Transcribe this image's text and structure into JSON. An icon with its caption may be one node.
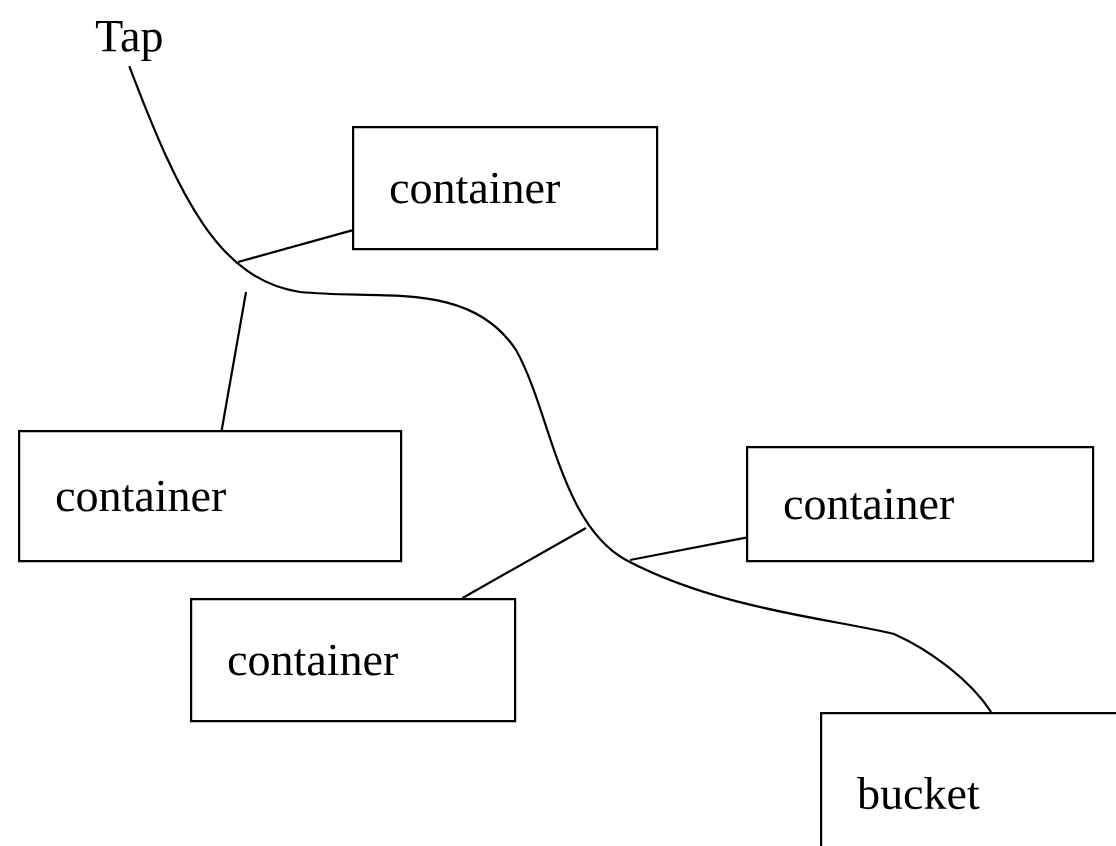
{
  "diagram": {
    "nodes": [
      {
        "text": [
          "Tap"
        ]
      },
      {
        "text": [
          "container"
        ]
      },
      {
        "text": [
          "container"
        ]
      },
      {
        "text": [
          "container"
        ]
      },
      {
        "text": [
          "container"
        ]
      },
      {
        "text": [
          "bucket"
        ]
      }
    ],
    "edges": [
      {
        "from": 0,
        "to": 5,
        "arrow": "none"
      },
      {
        "from": null,
        "to": 1,
        "arrow": "none"
      },
      {
        "from": null,
        "to": 2,
        "arrow": "none"
      },
      {
        "from": null,
        "to": 3,
        "arrow": "none"
      },
      {
        "from": null,
        "to": 4,
        "arrow": "none"
      }
    ]
  }
}
